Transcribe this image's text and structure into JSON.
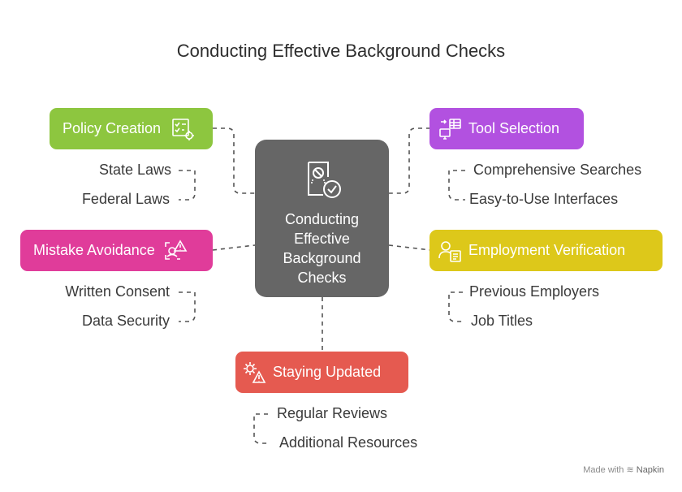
{
  "title": "Conducting Effective Background Checks",
  "center": {
    "label": "Conducting\nEffective\nBackground\nChecks",
    "icon": "verified-document-icon"
  },
  "branches": {
    "policy_creation": {
      "label": "Policy Creation",
      "color": "#8dc63f",
      "icon": "checklist-gear-icon",
      "children": [
        "State Laws",
        "Federal Laws"
      ]
    },
    "tool_selection": {
      "label": "Tool Selection",
      "color": "#b251e0",
      "icon": "tools-table-icon",
      "children": [
        "Comprehensive Searches",
        "Easy-to-Use Interfaces"
      ]
    },
    "mistake_avoidance": {
      "label": "Mistake Avoidance",
      "color": "#e03c9a",
      "icon": "warning-scan-icon",
      "children": [
        "Written Consent",
        "Data Security"
      ]
    },
    "employment_verification": {
      "label": "Employment Verification",
      "color": "#ddc81a",
      "icon": "person-document-icon",
      "children": [
        "Previous Employers",
        "Job Titles"
      ]
    },
    "staying_updated": {
      "label": "Staying Updated",
      "color": "#e55a50",
      "icon": "gear-warning-icon",
      "children": [
        "Regular Reviews",
        "Additional Resources"
      ]
    }
  },
  "footer": {
    "made_with": "Made with",
    "brand": "Napkin"
  }
}
